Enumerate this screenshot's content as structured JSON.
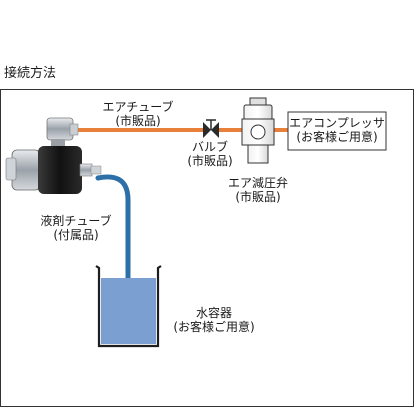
{
  "heading": "接続方法",
  "labels": {
    "air_tube": {
      "name": "エアチューブ",
      "note": "(市販品)"
    },
    "valve": {
      "name": "バルブ",
      "note": "(市販品)"
    },
    "regulator": {
      "name": "エア減圧弁",
      "note": "(市販品)"
    },
    "compressor": {
      "name": "エアコンプレッサ",
      "note": "(お客様ご用意)"
    },
    "liquid_tube": {
      "name": "液剤チューブ",
      "note": "(付属品)"
    },
    "water_container": {
      "name": "水容器",
      "note": "(お客様ご用意)"
    }
  },
  "colors": {
    "air_tube": "#e8803a",
    "liquid_tube": "#2d6fa8",
    "water": "#7a9fd0",
    "nozzle_body": "#1b1b1b",
    "metal": "#b8bec4",
    "frame": "#333333"
  },
  "icons": [
    "spray-nozzle-icon",
    "valve-icon",
    "air-regulator-icon",
    "water-container-icon"
  ]
}
